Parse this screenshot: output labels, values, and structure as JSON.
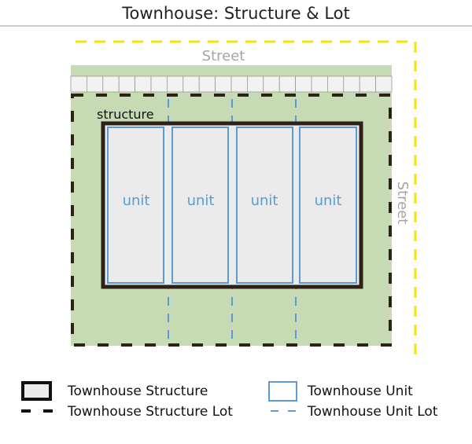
{
  "title": "Townhouse: Structure & Lot",
  "labels": {
    "street_top": "Street",
    "street_right": "Street",
    "structure": "structure",
    "units": [
      "unit",
      "unit",
      "unit",
      "unit"
    ]
  },
  "legend": {
    "structure": "Townhouse Structure",
    "structure_lot": "Townhouse Structure Lot",
    "unit": "Townhouse Unit",
    "unit_lot": "Townhouse Unit Lot"
  },
  "colors": {
    "lot_green": "#c6dbb4",
    "structure_border": "#2e2218",
    "unit_blue": "#5b9bd5",
    "unit_fill": "#ebebeb",
    "street_line": "#f5e400",
    "street_text": "#a6a6a6"
  }
}
